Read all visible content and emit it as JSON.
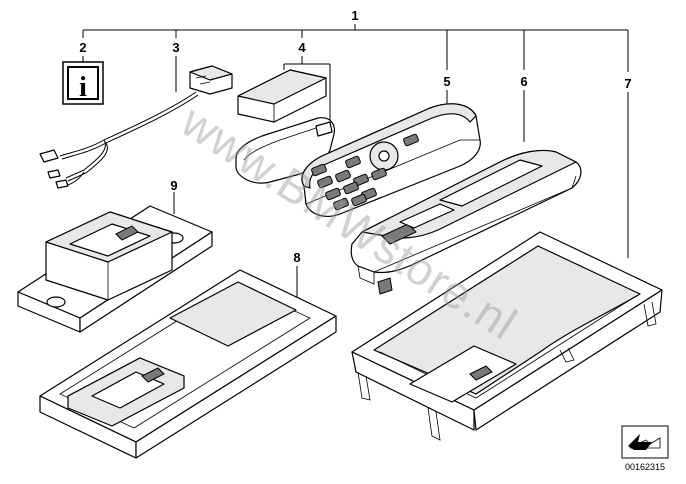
{
  "diagram": {
    "callouts": [
      {
        "id": "c1",
        "label": "1"
      },
      {
        "id": "c2",
        "label": "2"
      },
      {
        "id": "c3",
        "label": "3"
      },
      {
        "id": "c4",
        "label": "4"
      },
      {
        "id": "c5",
        "label": "5"
      },
      {
        "id": "c6",
        "label": "6"
      },
      {
        "id": "c7",
        "label": "7"
      },
      {
        "id": "c8",
        "label": "8"
      },
      {
        "id": "c9",
        "label": "9"
      }
    ],
    "watermark": "www.BMWstore.nl",
    "document_id": "00162315",
    "info_icon_glyph": "i"
  }
}
